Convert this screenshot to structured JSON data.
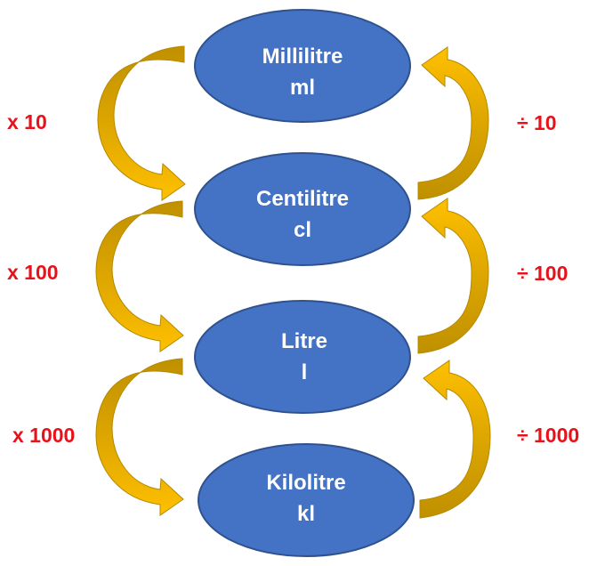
{
  "units": [
    {
      "name": "Millilitre",
      "symbol": "ml"
    },
    {
      "name": "Centilitre",
      "symbol": "cl"
    },
    {
      "name": "Litre",
      "symbol": "l"
    },
    {
      "name": "Kilolitre",
      "symbol": "kl"
    }
  ],
  "multiply_factors": [
    "x 10",
    "x 100",
    "x 1000"
  ],
  "divide_factors": [
    "÷ 10",
    "÷ 100",
    "÷ 1000"
  ],
  "colors": {
    "ellipse_fill": "#4472c4",
    "ellipse_stroke": "#2f528f",
    "arrow_light": "#ffc000",
    "arrow_dark": "#bf9000",
    "factor_text": "#e8121a"
  }
}
